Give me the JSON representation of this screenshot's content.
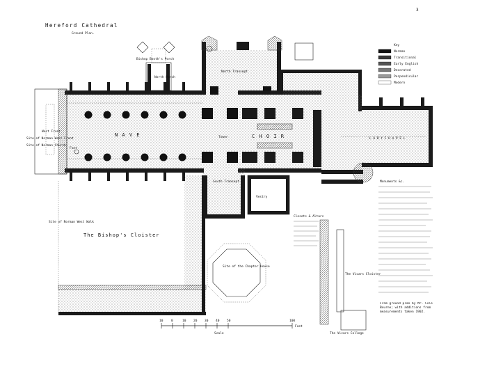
{
  "page_number": "3",
  "title": "Hereford Cathedral",
  "subtitle": "Ground Plan.",
  "key": {
    "heading": "Key",
    "items": [
      {
        "label": "Norman",
        "color": "#111111"
      },
      {
        "label": "Transitional",
        "color": "#3a3a3a"
      },
      {
        "label": "Early English",
        "color": "#555555"
      },
      {
        "label": "Decorated",
        "color": "#777777"
      },
      {
        "label": "Perpendicular",
        "color": "#999999"
      },
      {
        "label": "Modern",
        "color": "#ffffff"
      }
    ]
  },
  "labels": {
    "bishop_booths_porch": "Bishop Booth's Porch",
    "north_transept": "North Transept",
    "north_porch": "North Porch",
    "nave": "N A V E",
    "tower": "Tower",
    "choir": "C H O I R",
    "lady_chapel": "L A D Y   C H A P E L",
    "south_transept": "South Transept",
    "vestry": "Vestry",
    "west_front": "West Front",
    "site_of_norman_west_front": "Site of Norman West Front",
    "site_of_norman_church": "Site of Norman Church",
    "font": "Font",
    "bishops_cloister": "The Bishop's Cloister",
    "site_of_norman_west_walk": "Site of Norman West Walk",
    "site_of_chapter_house": "Site of the Chapter House",
    "vicars_cloister": "The Vicars Cloister",
    "vicars_college": "The Vicars College",
    "scale": "Scale",
    "feet": "Feet"
  },
  "monuments_heading": "Monuments &c.",
  "closets_heading": "Closets & Altars",
  "credit": "From ground plan by Mr. Cole Bourne; with additions from measurements taken 1902.",
  "scale_ticks": [
    "10",
    "0",
    "10",
    "20",
    "30",
    "40",
    "50",
    "100"
  ]
}
